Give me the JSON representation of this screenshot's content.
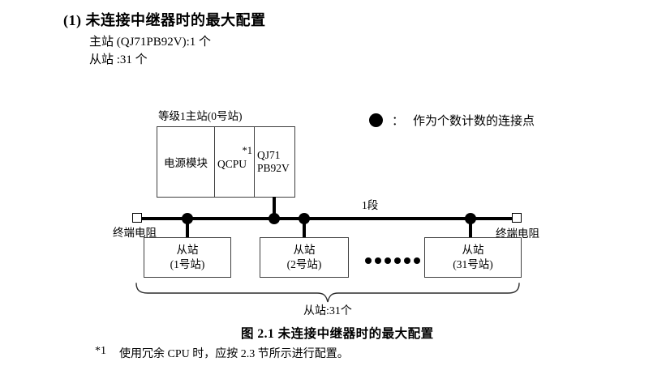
{
  "page": {
    "heading": "(1) 未连接中继器时的最大配置",
    "master_count": "主站 (QJ71PB92V):1 个",
    "slave_count": "从站 :31 个"
  },
  "legend": {
    "separator": "：",
    "text": "作为个数计数的连接点",
    "dot_color": "#000000"
  },
  "diagram": {
    "master": {
      "label": "等级1主站(0号站)",
      "power_module": "电源模块",
      "cpu": "QCPU",
      "cpu_note": "*1",
      "pb_line1": "QJ71",
      "pb_line2": "PB92V"
    },
    "segment_label": "1段",
    "terminator_left_label": "终端电阻",
    "terminator_right_label": "终端电阻",
    "slaves": [
      {
        "name": "从站",
        "station": "(1号站)"
      },
      {
        "name": "从站",
        "station": "(2号站)"
      },
      {
        "name": "从站",
        "station": "(31号站)"
      }
    ],
    "brace_label": "从站:31个",
    "colors": {
      "line": "#000000",
      "border": "#3f3f3f"
    }
  },
  "caption": "图 2.1 未连接中继器时的最大配置",
  "footnote": {
    "marker": "*1",
    "text": "使用冗余 CPU 时，应按 2.3 节所示进行配置。"
  }
}
